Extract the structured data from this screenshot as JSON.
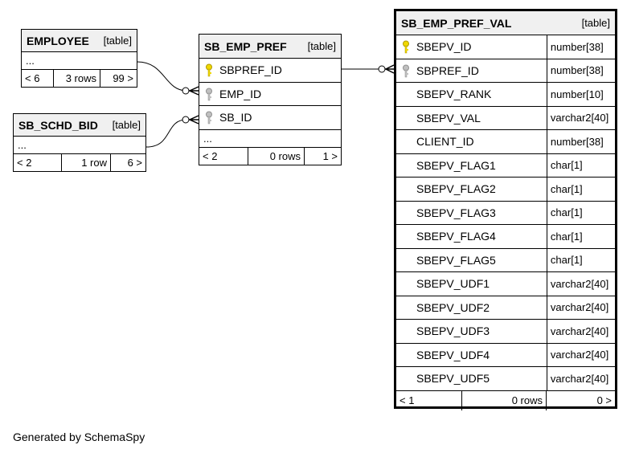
{
  "employee": {
    "name": "EMPLOYEE",
    "kind": "[table]",
    "ellipsis": "...",
    "footer": {
      "parents": "< 6",
      "rows": "3 rows",
      "children": "99 >"
    }
  },
  "sb_schd_bid": {
    "name": "SB_SCHD_BID",
    "kind": "[table]",
    "ellipsis": "...",
    "footer": {
      "parents": "< 2",
      "rows": "1 row",
      "children": "6 >"
    }
  },
  "sb_emp_pref": {
    "name": "SB_EMP_PREF",
    "kind": "[table]",
    "ellipsis": "...",
    "columns": [
      {
        "name": "SBPREF_ID",
        "key": "primary"
      },
      {
        "name": "EMP_ID",
        "key": "foreign"
      },
      {
        "name": "SB_ID",
        "key": "foreign"
      }
    ],
    "footer": {
      "parents": "< 2",
      "rows": "0 rows",
      "children": "1 >"
    }
  },
  "sb_emp_pref_val": {
    "name": "SB_EMP_PREF_VAL",
    "kind": "[table]",
    "columns": [
      {
        "name": "SBEPV_ID",
        "type": "number[38]",
        "key": "primary"
      },
      {
        "name": "SBPREF_ID",
        "type": "number[38]",
        "key": "foreign"
      },
      {
        "name": "SBEPV_RANK",
        "type": "number[10]",
        "key": ""
      },
      {
        "name": "SBEPV_VAL",
        "type": "varchar2[40]",
        "key": ""
      },
      {
        "name": "CLIENT_ID",
        "type": "number[38]",
        "key": ""
      },
      {
        "name": "SBEPV_FLAG1",
        "type": "char[1]",
        "key": ""
      },
      {
        "name": "SBEPV_FLAG2",
        "type": "char[1]",
        "key": ""
      },
      {
        "name": "SBEPV_FLAG3",
        "type": "char[1]",
        "key": ""
      },
      {
        "name": "SBEPV_FLAG4",
        "type": "char[1]",
        "key": ""
      },
      {
        "name": "SBEPV_FLAG5",
        "type": "char[1]",
        "key": ""
      },
      {
        "name": "SBEPV_UDF1",
        "type": "varchar2[40]",
        "key": ""
      },
      {
        "name": "SBEPV_UDF2",
        "type": "varchar2[40]",
        "key": ""
      },
      {
        "name": "SBEPV_UDF3",
        "type": "varchar2[40]",
        "key": ""
      },
      {
        "name": "SBEPV_UDF4",
        "type": "varchar2[40]",
        "key": ""
      },
      {
        "name": "SBEPV_UDF5",
        "type": "varchar2[40]",
        "key": ""
      }
    ],
    "footer": {
      "parents": "< 1",
      "rows": "0 rows",
      "children": "0 >"
    }
  },
  "colors": {
    "primary_key": "#f0d800",
    "foreign_key": "#a8a8a8",
    "header_bg": "#f0f0f0"
  },
  "generated_by": "Generated by SchemaSpy"
}
